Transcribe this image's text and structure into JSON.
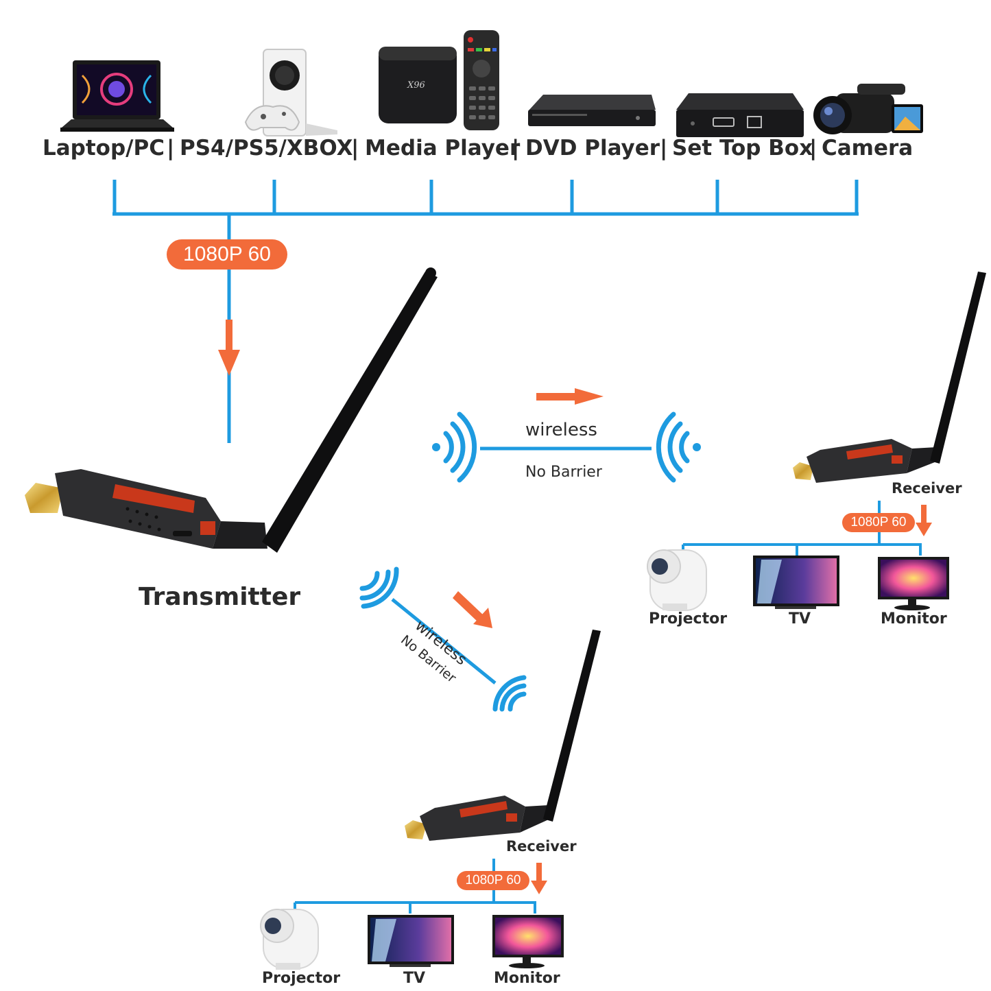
{
  "sources": [
    {
      "label": "Laptop/PC",
      "icon": "laptop-icon"
    },
    {
      "label": "PS4/PS5/XBOX",
      "icon": "game-console-icon"
    },
    {
      "label": "Media Player",
      "icon": "media-player-icon"
    },
    {
      "label": "DVD Player",
      "icon": "dvd-player-icon"
    },
    {
      "label": "Set Top Box",
      "icon": "set-top-box-icon"
    },
    {
      "label": "Camera",
      "icon": "camera-icon"
    }
  ],
  "separator": "|",
  "input_resolution": "1080P 60",
  "transmitter": {
    "label": "Transmitter",
    "icon": "hdmi-transmitter-icon"
  },
  "links": [
    {
      "top": "wireless",
      "bottom": "No Barrier"
    },
    {
      "top": "wireless",
      "bottom": "No Barrier"
    }
  ],
  "receivers": [
    {
      "label": "Receiver",
      "resolution": "1080P 60",
      "displays": [
        {
          "label": "Projector",
          "icon": "projector-icon"
        },
        {
          "label": "TV",
          "icon": "tv-icon"
        },
        {
          "label": "Monitor",
          "icon": "monitor-icon"
        }
      ]
    },
    {
      "label": "Receiver",
      "resolution": "1080P 60",
      "displays": [
        {
          "label": "Projector",
          "icon": "projector-icon"
        },
        {
          "label": "TV",
          "icon": "tv-icon"
        },
        {
          "label": "Monitor",
          "icon": "monitor-icon"
        }
      ]
    }
  ],
  "colors": {
    "line": "#1e9be0",
    "accent": "#f26b3a",
    "device": "#2e2e30",
    "device_label": "#c9381b",
    "text": "#2b2b2b"
  }
}
